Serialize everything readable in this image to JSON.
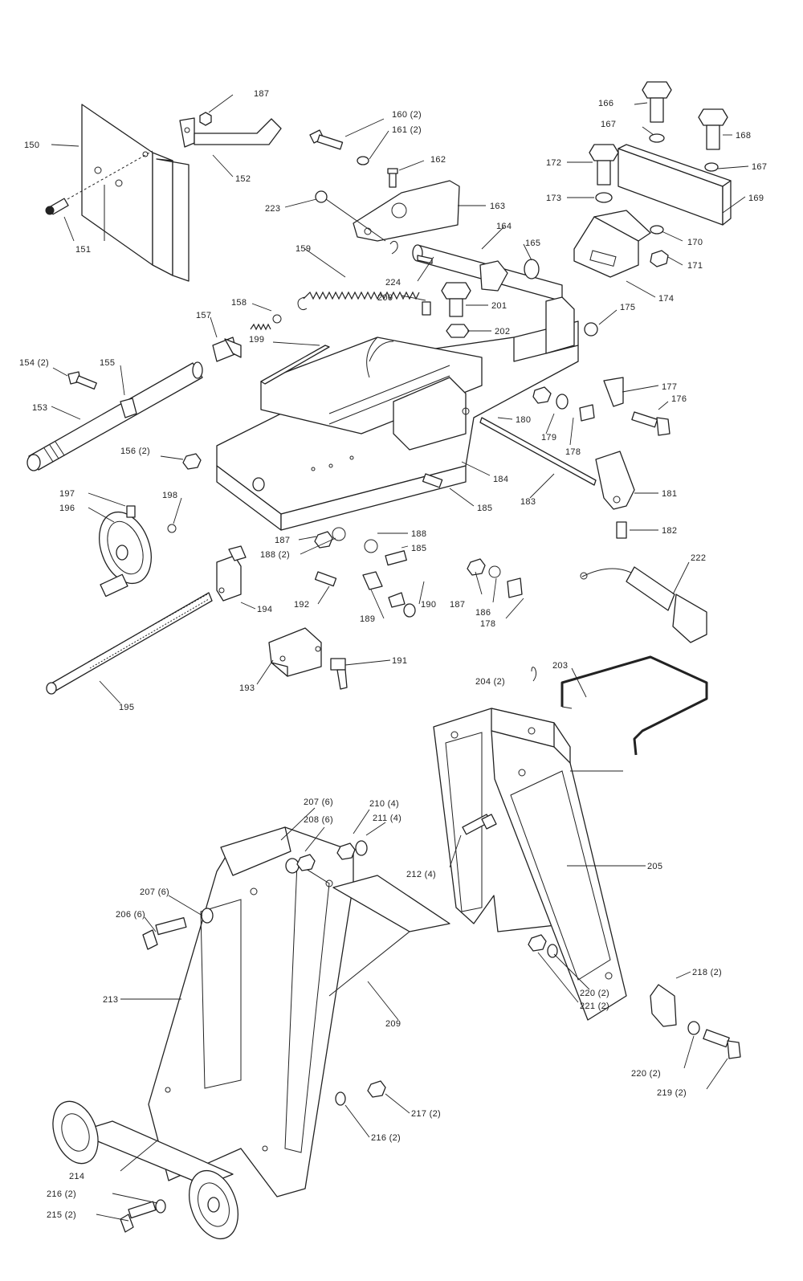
{
  "callouts": [
    "150",
    "151",
    "152",
    "187",
    "160 (2)",
    "161 (2)",
    "162",
    "163",
    "223",
    "166",
    "167",
    "168",
    "167",
    "172",
    "173",
    "169",
    "170",
    "171",
    "174",
    "164",
    "165",
    "159",
    "224",
    "158",
    "157",
    "200",
    "201",
    "202",
    "175",
    "199",
    "154 (2)",
    "155",
    "153",
    "177",
    "176",
    "180",
    "179",
    "178",
    "156 (2)",
    "184",
    "185",
    "183",
    "181",
    "182",
    "197",
    "196",
    "198",
    "187",
    "188 (2)",
    "188",
    "185",
    "192",
    "189",
    "190",
    "187",
    "186",
    "178",
    "222",
    "194",
    "191",
    "193",
    "195",
    "203",
    "204 (2)",
    "205",
    "207 (6)",
    "208 (6)",
    "210 (4)",
    "211 (4)",
    "212 (4)",
    "207 (6)",
    "206 (6)",
    "213",
    "209",
    "220 (2)",
    "221 (2)",
    "218 (2)",
    "220 (2)",
    "219 (2)",
    "217 (2)",
    "216 (2)",
    "214",
    "216 (2)",
    "215 (2)"
  ]
}
